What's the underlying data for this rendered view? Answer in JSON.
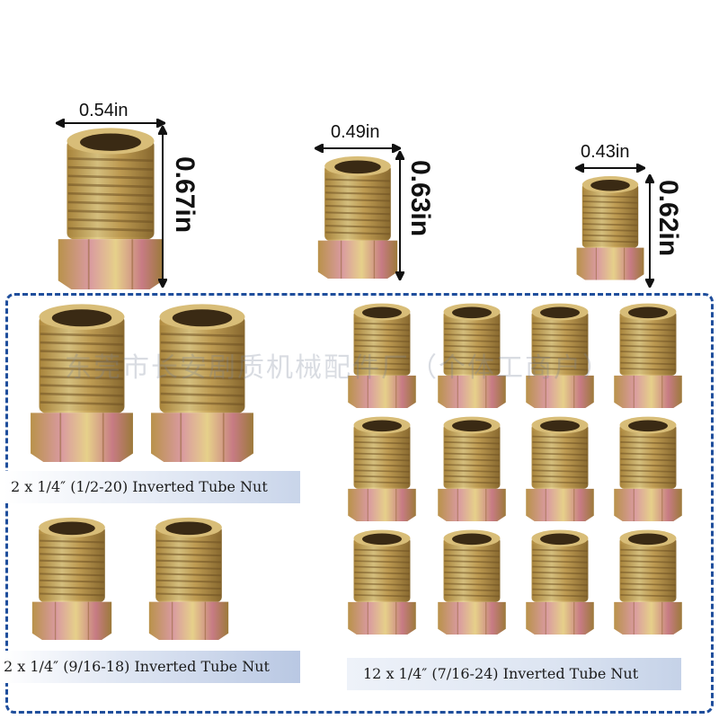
{
  "dimensions": {
    "large": {
      "width": "0.54in",
      "height": "0.67in"
    },
    "medium": {
      "width": "0.49in",
      "height": "0.63in"
    },
    "small": {
      "width": "0.43in",
      "height": "0.62in"
    }
  },
  "captions": {
    "large_set": "2 x 1/4″ (1/2-20) Inverted Tube Nut",
    "medium_set": "2 x 1/4″ (9/16-18) Inverted Tube Nut",
    "small_set": "12 x 1/4″ (7/16-24) Inverted Tube Nut"
  },
  "watermark": "东莞市长安剧质机械配件厂（个体工商户）",
  "colors": {
    "frame": "#1f4e9c",
    "brass": "#c9a85a",
    "thread_dark": "#8a6d36"
  }
}
